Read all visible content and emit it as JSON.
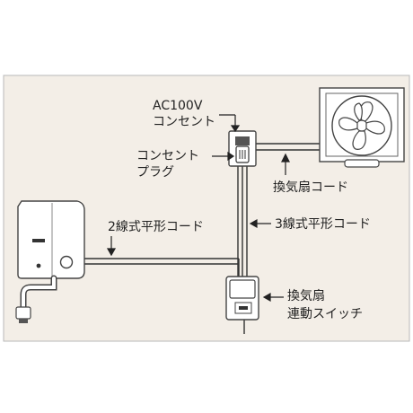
{
  "labels": {
    "outlet_line1": "AC100V",
    "outlet_line2": "コンセント",
    "plug_line1": "コンセント",
    "plug_line2": "プラグ",
    "fan_cord": "換気扇コード",
    "cord_2wire": "2線式平形コード",
    "cord_3wire": "3線式平形コード",
    "switch_line1": "換気扇",
    "switch_line2": "連動スイッチ"
  },
  "colors": {
    "background": "#f3eee7",
    "border": "#9a9a9a",
    "device_body": "#ffffff",
    "device_dark": "#555555",
    "wire": "#333333",
    "text": "#222222"
  }
}
